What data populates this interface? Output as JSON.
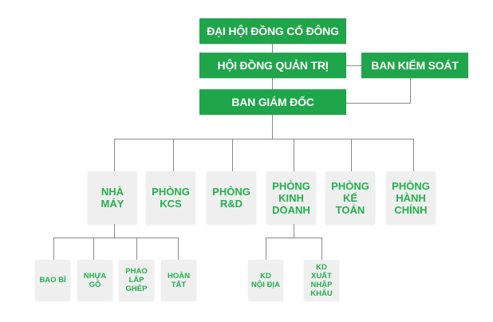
{
  "colors": {
    "primary_green": "#1fa54a",
    "text_green": "#22b14c",
    "box_gray": "#efefef",
    "connector": "#8a8a8a"
  },
  "top": {
    "shareholders": "ĐẠI HỘI ĐỒNG CỔ ĐÔNG",
    "board": "HỘI ĐỒNG QUẢN TRỊ",
    "supervisory": "BAN KIỂM SOÁT",
    "management": "BAN GIÁM ĐỐC"
  },
  "departments": [
    {
      "label": "NHÀ\nMÁY"
    },
    {
      "label": "PHÒNG\nKCS"
    },
    {
      "label": "PHÒNG\nR&D"
    },
    {
      "label": "PHÒNG\nKINH\nDOANH"
    },
    {
      "label": "PHÒNG\nKẾ\nTOÁN"
    },
    {
      "label": "PHÒNG\nHÀNH\nCHÍNH"
    }
  ],
  "factory_units": [
    {
      "label": "BAO BÌ"
    },
    {
      "label": "NHỰA\nGỖ"
    },
    {
      "label": "PHAO\nLẮP\nGHÉP"
    },
    {
      "label": "HOÀN\nTẤT"
    }
  ],
  "business_units": [
    {
      "label": "KD\nNỘI ĐỊA"
    },
    {
      "label": "KD\nXUẤT\nNHẬP\nKHẨU"
    }
  ]
}
